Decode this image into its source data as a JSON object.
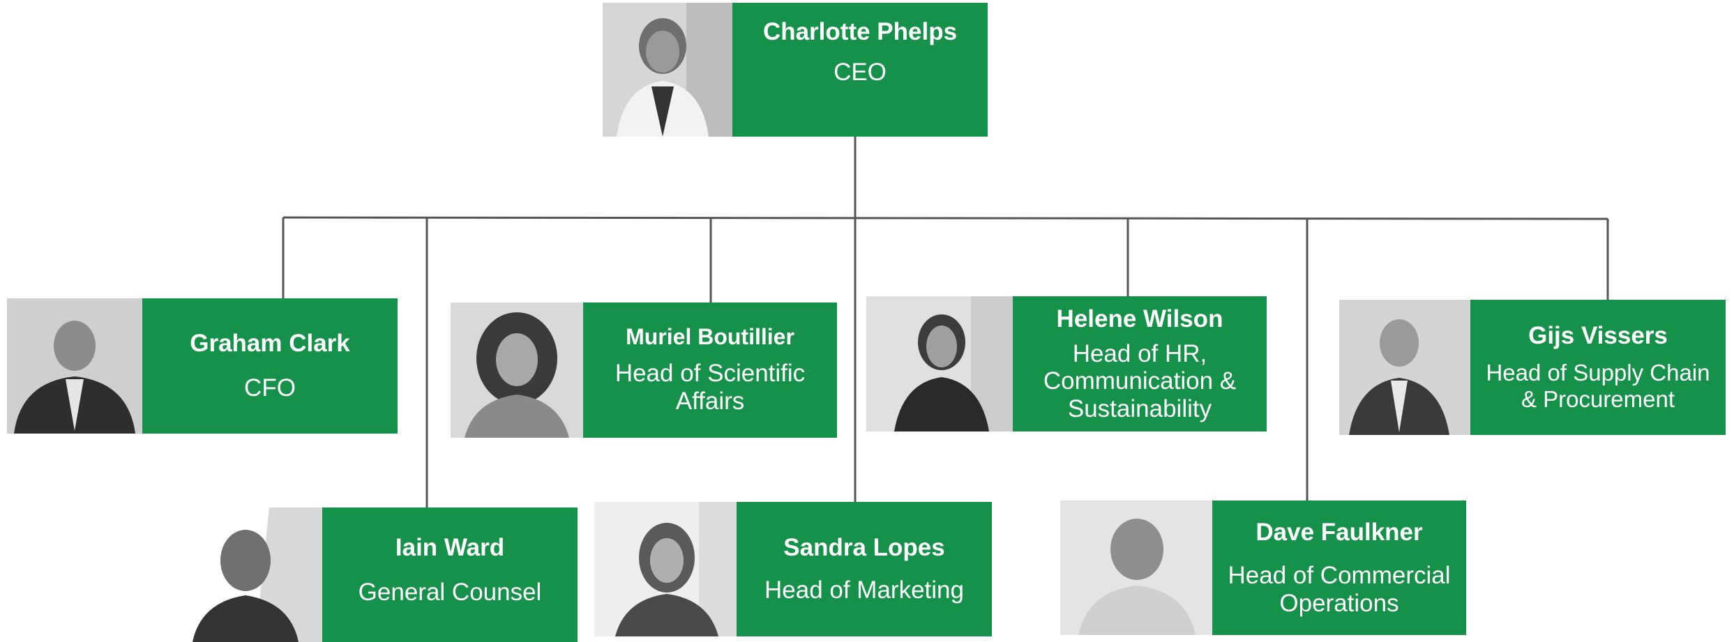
{
  "colors": {
    "card": "#16914a",
    "text": "#ffffff",
    "line": "#555555"
  },
  "org": {
    "ceo": {
      "name": "Charlotte Phelps",
      "role": "CEO",
      "photo_icon": "portrait-photo-icon"
    },
    "reports": [
      {
        "name": "Graham Clark",
        "role": "CFO",
        "photo_icon": "portrait-photo-icon"
      },
      {
        "name": "Muriel Boutillier",
        "role": "Head of Scientific\nAffairs",
        "photo_icon": "portrait-photo-icon"
      },
      {
        "name": "Helene Wilson",
        "role": "Head of HR,\nCommunication &\nSustainability",
        "photo_icon": "portrait-photo-icon"
      },
      {
        "name": "Gijs Vissers",
        "role": "Head of Supply Chain\n& Procurement",
        "photo_icon": "portrait-photo-icon"
      },
      {
        "name": "Iain Ward",
        "role": "General Counsel",
        "photo_icon": "portrait-photo-icon"
      },
      {
        "name": "Sandra Lopes",
        "role": "Head of Marketing",
        "photo_icon": "portrait-photo-icon"
      },
      {
        "name": "Dave Faulkner",
        "role": "Head of Commercial\nOperations",
        "photo_icon": "portrait-photo-icon"
      }
    ]
  }
}
